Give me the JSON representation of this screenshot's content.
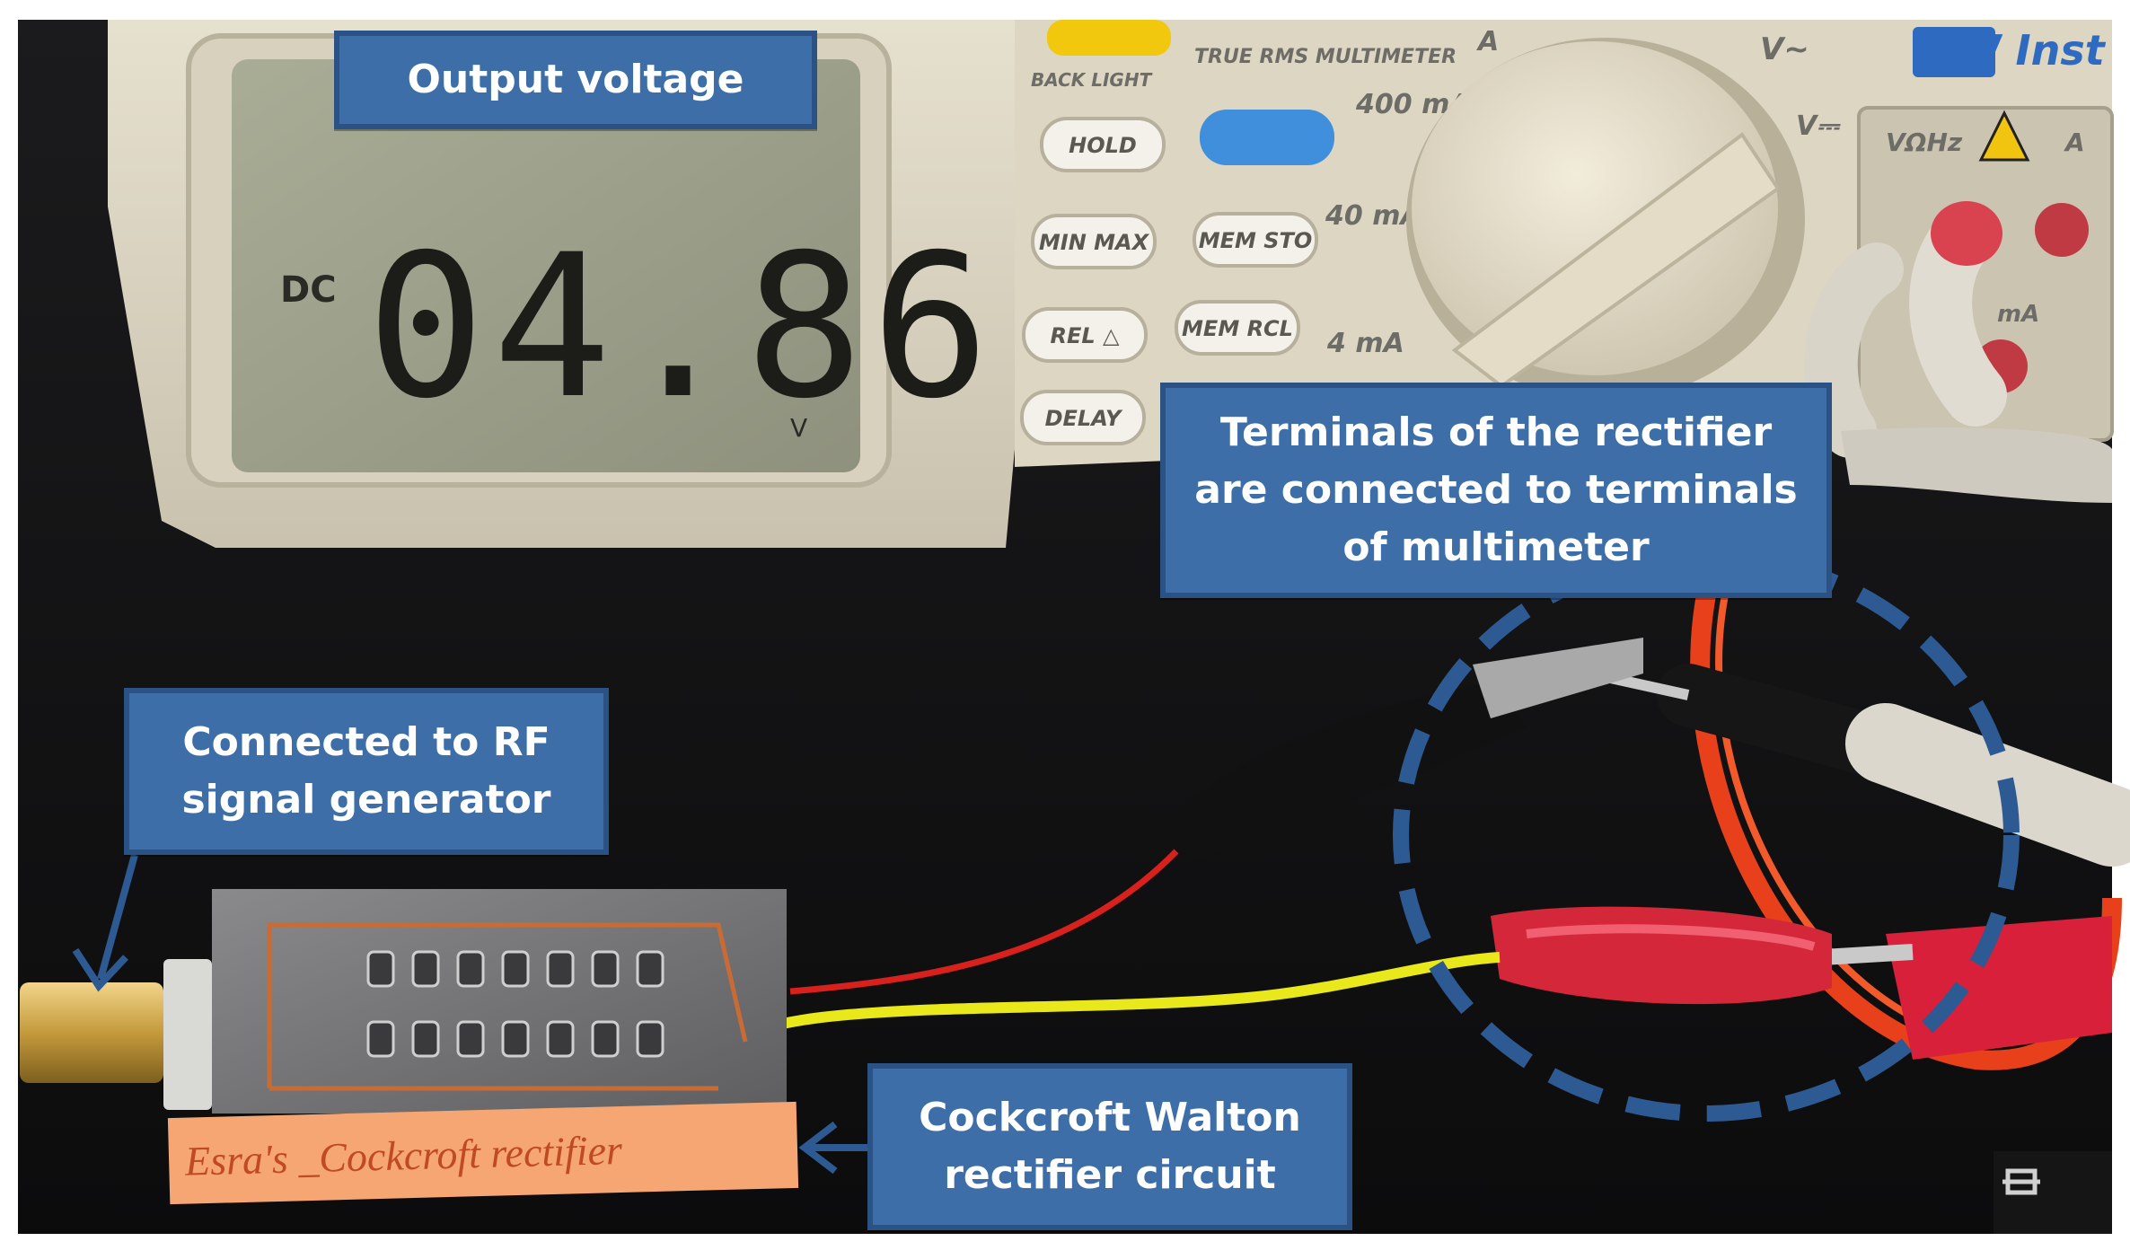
{
  "callouts": {
    "output_voltage": "Output voltage",
    "terminals": [
      "Terminals  of the rectifier",
      "are connected to terminals",
      "of multimeter"
    ],
    "rf": [
      "Connected to RF",
      "signal generator"
    ],
    "cockcroft": [
      "Cockcroft Walton",
      "rectifier circuit"
    ]
  },
  "multimeter": {
    "reading": "04.86",
    "mode": "DC",
    "unit": "V",
    "model": "TRUE RMS MULTIMETER",
    "brand": "GW Inst",
    "buttons": [
      "HOLD",
      "MIN MAX",
      "REL △",
      "DELAY",
      "MEM STO",
      "MEM RCL"
    ],
    "backlight": "BACK LIGHT",
    "ranges": [
      "400 mA",
      "40 mA",
      "4 mA"
    ],
    "dial_labels": [
      "V~",
      "V⎓",
      "A"
    ],
    "jack_labels": [
      "VΩHz",
      "A",
      "mA"
    ]
  },
  "board_label": "Esra's _Cockcroft rectifier",
  "colors": {
    "callout_fill": "#3d6ea8",
    "callout_border": "#2a5285",
    "callout_text": "#ffffff",
    "dashed_circle": "#2e5a94"
  }
}
